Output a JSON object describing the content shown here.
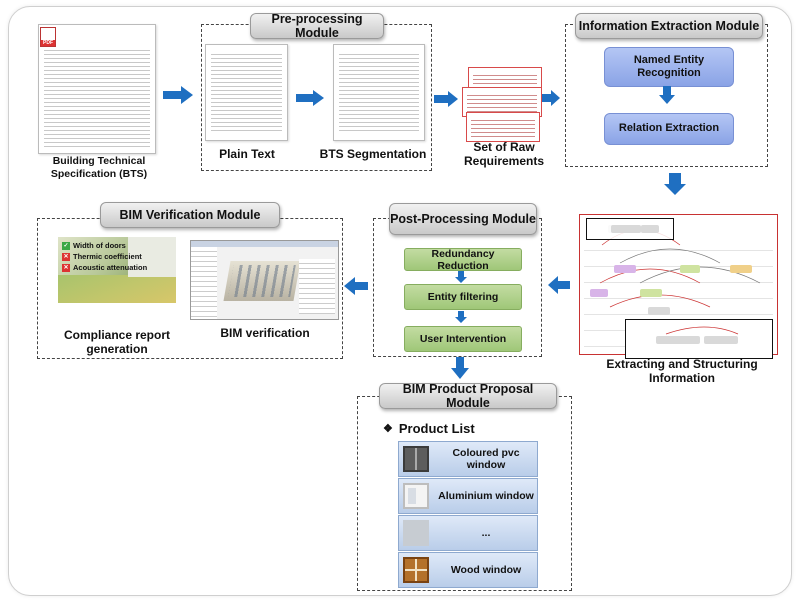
{
  "colors": {
    "arrow": "#1f6fc1",
    "blue_box": "#9cb3ee",
    "green_box": "#aecf8a",
    "red_frame": "#c83232"
  },
  "icons": {
    "pdf": "pdf-file-icon",
    "arrow": "arrow-icon"
  },
  "bts": {
    "label": "Building Technical Specification (BTS)",
    "badge": "PDF"
  },
  "pre": {
    "title": "Pre-processing Module",
    "plain": "Plain Text",
    "seg": "BTS Segmentation"
  },
  "raw": {
    "label": "Set of Raw Requirements"
  },
  "info": {
    "title": "Information Extraction Module",
    "ner": "Named Entity Recognition",
    "re": "Relation Extraction"
  },
  "extract": {
    "label": "Extracting and Structuring Information"
  },
  "post": {
    "title": "Post-Processing Module",
    "steps": [
      "Redundancy Reduction",
      "Entity filtering",
      "User Intervention"
    ]
  },
  "bimv": {
    "title": "BIM Verification Module",
    "report": "Compliance report generation",
    "verif": "BIM verification",
    "checks": [
      "Width of doors",
      "Thermic coefficient",
      "Acoustic attenuation"
    ]
  },
  "prop": {
    "title": "BIM Product Proposal Module",
    "list_title": "Product List",
    "products": [
      "Coloured pvc window",
      "Aluminium window",
      "...",
      "Wood window"
    ]
  }
}
